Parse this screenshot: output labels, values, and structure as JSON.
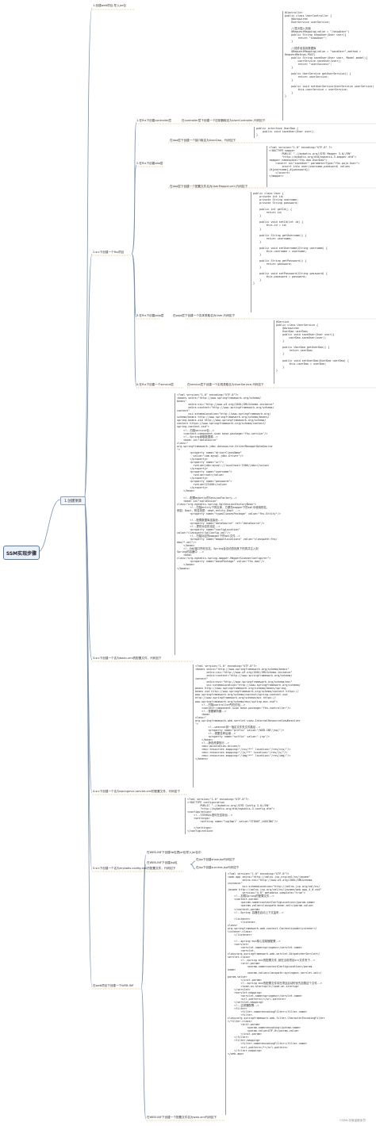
{
  "root": {
    "label": "SSM实现步骤"
  },
  "main": {
    "label": "1.创建项目"
  },
  "steps": [
    "1.创建web项目,导入jar包",
    "2.src下创建一个fhs项目",
    "3.src下创建一个名为bean.xml的配置文件，代码如下",
    "4.src下创建一个名为springmvc-servlet.xml的配置文件，代码如下",
    "5.src下创建一个名为mybatis-config.xml的配置文件，代码如下",
    "在web项目下创建一个WEB-INF"
  ],
  "fhs": {
    "items": [
      "1.在fhs下创建controller层",
      "2.在fhs下创建dao层",
      "3.在fhs下创建pojo层",
      "4.在fhs下创建一个service层"
    ],
    "controller_note": "在controller层下创建一个控制器取名为UserController,代码如下",
    "dao_interface_note": "在dao层下创建一个接口取名为UserDao，代码如下",
    "dao_mapper_note": "在dao层下创建一个配置文件名为UserMapper.xml,代码如下",
    "pojo_note": "在pojo层下创建一个实体类取名为User,代码如下",
    "service_note": "在service层下创建一个实现类取名为UserService,代码如下"
  },
  "webinf": {
    "items": [
      "在WEB-INF下创建lib包把jar包导入jar包中",
      "在WEB-INF下创建jsp包",
      "在WEB-INF下创建一个配置文件名为web.xml代码如下"
    ],
    "jsp_items": [
      "在jsp下创建show.jsp代码如下",
      "在jsp下创建success.jsp代码如下"
    ]
  },
  "code": {
    "controller": [
      "@Controller",
      "public class UserController {",
      "    @Autowired",
      "    UserService userService;",
      "",
      "    //显示插入页面",
      "    @RequestMapping(value = \"/showUser\")",
      "    public String showUser(User user){",
      "        return \"showUser\";",
      "    }",
      "",
      "    //插件信息到数据库",
      "    @RequestMapping(value = \"saveUser\",method =",
      "RequestMethod.POST)",
      "    public String saveUser(User user, Model model){",
      "        userService.saveUser(user);",
      "        return \"userSuccess\";",
      "    }",
      "",
      "    public UserService getUserService() {",
      "        return userService;",
      "    }",
      "",
      "    public void setUserService(UserService userService) {",
      "        this.userService = userService;",
      "    }",
      "}"
    ],
    "dao_interface": [
      "public interface UserDao {",
      "    public void saveUser(User user);",
      "}"
    ],
    "dao_mapper": [
      "<?xml version=\"1.0\" encoding=\"UTF-8\" ?>",
      "<!DOCTYPE mapper",
      "        PUBLIC \"-//mybatis.org//DTD Mapper 3.0//EN\"",
      "        \"http://mybatis.org/dtd/mybatis-3-mapper.dtd\">",
      "<mapper namespace=\"fhs.dao.UserDao\">",
      "    <insert id=\"saveUser\" parameterType=\"fhs.pojo.User\">",
      "        insert into user(username,password) values",
      "(#{username},#{password})",
      "    </insert>",
      "</mapper>"
    ],
    "pojo": [
      "public class User {",
      "    private int id;",
      "    private String username;",
      "    private String password;",
      "",
      "    public int getId() {",
      "        return id;",
      "    }",
      "",
      "    public void setId(int id) {",
      "        this.id = id;",
      "    }",
      "",
      "    public String getUsername() {",
      "        return username;",
      "    }",
      "",
      "    public void setUsername(String username) {",
      "        this.username = username;",
      "    }",
      "",
      "    public String getPassword() {",
      "        return password;",
      "    }",
      "",
      "    public void setPassword(String password) {",
      "        this.password = password;",
      "    }",
      "}"
    ],
    "service": [
      "@Service",
      "public class UserService {",
      "    @Autowired",
      "    UserDao userDao;",
      "    public void saveUser(User user){",
      "        userDao.saveUser(user);",
      "    }",
      "",
      "    public UserDao getUserDao() {",
      "        return userDao;",
      "    }",
      "",
      "    public void setUserDao(UserDao userDao) {",
      "        this.userDao = userDao;",
      "    }",
      "}"
    ],
    "bean_xml": [
      "<?xml version=\"1.0\" encoding=\"UTF-8\"?>",
      "<beans xmlns=\"http://www.springframework.org/schema/",
      "beans\"",
      "       xmlns:xsi=\"http://www.w3.org/2001/XMLSchema-instance\"",
      "       xmlns:context=\"http://www.springframework.org/schema/",
      "context\"",
      "       xsi:schemaLocation=\"http://www.springframework.org/",
      "schema/beans http://www.springframework.org/schema/beans/",
      "spring-beans.xsd http://www.springframework.org/schema/",
      "context https://www.springframework.org/schema/context/",
      "spring-context.xsd\">",
      "    <!--扫描service包-->",
      "    <context:component-scan base-package=\"fhs.service\"/>",
      "    <!--Spring读取数据源-->",
      "    <bean id=\"dataSource\"",
      "class=\"",
      "org.springframework.jdbc.datasource.DriverManagerDataSource",
      "\">",
      "        <property name=\"driverClassName\"",
      "          value=\"com.mysql.jdbc.Driver\"/>",
      "        </property>",
      "        <property name=\"url\">",
      "          <value>jdbc:mysql://localhost:3306/jdbc</value>",
      "        </property>",
      "        <property name=\"username\">",
      "          <value>root</value>",
      "        </property>",
      "        <property name=\"password\">",
      "          <value>123456</value>",
      "        </property>",
      "    </bean>",
      "",
      "    <!--配置mybatis的SessionFactory-->",
      "    <bean id=\"sqlSession\"",
      "class=\"org.mybatis.spring.SqlSessionFactoryBean\">",
      "        <!--扫描entity下的实体，方便在mapper下的xml中使用别名，",
      "例如：Dept，别名则是：dept,entity.Dept -->",
      "        <property name=\"typeAliasesPackage\" value=\"fhs.Entity\"/>",
      "",
      "        <!--配置数据库连接池-->",
      "        <property name=\"dataSource\" ref=\"dataSource\"/>",
      "        <!--提供对应的设定-->",
      "        <property name=\"configLocation\"",
      "value=\"classpath:SqlConfig.xml\"/>",
      "        <!--扫描对应的mapper下的xml文件-->",
      "        <property name=\"mapperLocations\" value=\"classpath:fhs/",
      "dao/*.xml\"/>",
      "    </bean>",
      "    <!--DAO接口所在包名，Spring会自动查找其下的类并注入到",
      "Spring的容器中 -->",
      "    <bean",
      "class=\"org.mybatis.spring.mapper.MapperScannerConfigurer\">",
      "        <property name=\"basePackage\" value=\"fhs.dao\"/>",
      "    </bean>",
      "</beans>"
    ],
    "springmvc_xml": [
      "<?xml version=\"1.0\" encoding=\"UTF-8\"?>",
      "<beans xmlns=\"http://www.springframework.org/schema/beans\"",
      "       xmlns:xsi=\"http://www.w3.org/2001/XMLSchema-instance\"",
      "       xmlns:context=\"http://www.springframework.org/schema/",
      "context\"",
      "       xmlns:mvc=\"http://www.springframework.org/schema/mvc\"",
      "       xsi:schemaLocation=\"http://www.springframework.org/schema/",
      "beans http://www.springframework.org/schema/beans/spring-",
      "beans.xsd http://www.springframework.org/schema/context https://",
      "www.springframework.org/schema/context/spring-context.xsd",
      "http://www.springframework.org/schema/mvc https://",
      "www.springframework.org/schema/mvc/spring-mvc.xsd\">",
      "    <!--扫描controller所在的包-->",
      "    <context:component-scan base-package=\"fhs.controller\"/>",
      "    <!--视图解析器-->",
      "    <bean",
      "class=\"",
      "org.springframework.web.servlet.view.InternalResourceViewResolver",
      "\">",
      "        <!--webroot到一指定文件夹文件路径-->",
      "        <property name=\"prefix\" value=\"/WEB-INF/jsp/\"/>",
      "        <!--视图名称后缀-->",
      "        <property name=\"suffix\" value=\".jsp\"/>",
      "    </bean>",
      "    <!--静态资源放行-->",
      "    <mvc:annotation-driven/>",
      "    <mvc:resources mapping=\"/css/**\" location=\"/res/css/\"/>",
      "    <mvc:resources mapping=\"/js/**\" location=\"/res/js/\"/>",
      "    <mvc:resources mapping=\"/img/**\" location=\"/res/img/\"/>",
      "</beans>"
    ],
    "mybatis_config": [
      "<?xml version=\"1.0\" encoding=\"UTF-8\"?>",
      "<!DOCTYPE configuration",
      "        PUBLIC \"-//mybatis.org//DTD Config 3.0//EN\"",
      "        \"http://mybatis.org/dtd/mybatis-3-config.dtd\">",
      "<configuration>",
      "    <!--ITENSQL语句在控制台-->",
      "    <settings>",
      "        <setting name=\"logImpl\" value=\"STDOUT_LOGGING\"/>",
      "",
      "    </settings>",
      "</configuration>"
    ],
    "web_xml": [
      "<?xml version=\"1.0\" encoding=\"UTF-8\"?>",
      "<web-app xmlns=\"http://xmlns.jcp.org/xml/ns/javaee\"",
      "         xmlns:xsi=\"http://www.w3.org/2001/XMLSchema-",
      "instance\"",
      "         xsi:schemaLocation=\"http://xmlns.jcp.org/xml/ns/",
      "javaee http://xmlns.jcp.org/xml/ns/javaee/web-app_4_0.xsd\"",
      "         version=\"4.0\" metadata-complete=\"true\">",
      "    <!--加载Spring的配置文件-->",
      "    <context-param>",
      "        <param-name>contextConfigLocation</param-name>",
      "        <param-value>classpath:bean.xml</param-value>",
      "    </context-param>",
      "    <!--Spring 容器在启动上下文监听-->",
      "",
      "    <listener>",
      "        <listener-",
      "class>",
      "org.springframework.web.context.ContextLoaderListener</",
      "listener-class>",
      "    </listener>",
      "",
      "    <!--spring mvc核心控制器配置-->",
      "    <servlet>",
      "        <servlet-name>springmvc</servlet-name>",
      "        <servlet-",
      "class>org.springframework.web.servlet.DispatcherServlet</",
      "servlet-class>",
      "        <!--spring mvc的配置文件,就在当前项目src文件夹下-->",
      "        <init-param>",
      "            <param-name>contextConfigLocation</param-",
      "name>",
      "            <param-value>classpath:springmvc-servlet.xml</",
      "param-value>",
      "        </init-param>",
      "        <!--spring mvc的配置文件将在项目启动时优先加载这个文件-->",
      "        <load-on-startup>1</load-on-startup>",
      "    </servlet>",
      "    <servlet-mapping>",
      "        <servlet-name>springmvc</servlet-name>",
      "        <url-pattern>/</url-pattern>",
      "    </servlet-mapping>",
      "    <!--过滤器配置-->",
      "    <filter>",
      "        <filter-name>encodingFilter</filter-name>",
      "        <filter-",
      "class>org.springframework.web.filter.CharacterEncodingFilter",
      "</filter-class>",
      "        <init-param>",
      "            <param-name>encoding</param-name>",
      "            <param-value>UTF-8</param-value>",
      "        </init-param>",
      "    </filter>",
      "    <filter-mapping>",
      "        <filter-name>encodingFilter</filter-name>",
      "        <url-pattern>/*</url-pattern>",
      "    </filter-mapping>",
      "</web-app>"
    ]
  },
  "watermark": "CSDN @鱼苗程序员"
}
